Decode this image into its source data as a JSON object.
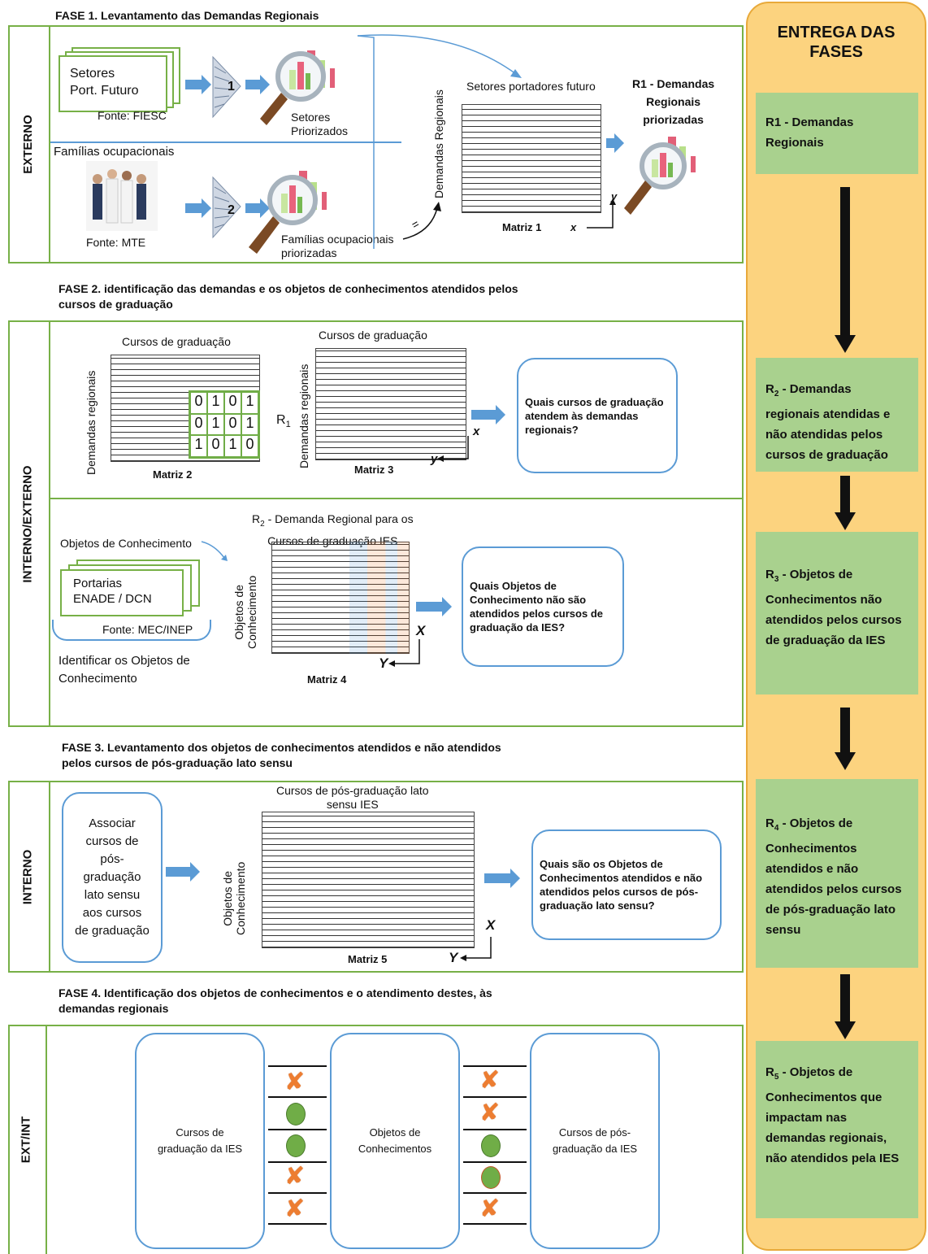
{
  "phase1": {
    "title": "FASE 1. Levantamento das Demandas Regionais",
    "side_label": "EXTERNO",
    "doc_text_1": "Setores",
    "doc_text_2": "Port. Futuro",
    "source_1": "Fonte: FIESC",
    "step_1": "1",
    "step_2": "2",
    "setores_priorizados_1": "Setores",
    "setores_priorizados_2": "Priorizados",
    "familias_label": "Famílias ocupacionais",
    "source_2": "Fonte: MTE",
    "familias_priorizadas_1": "Famílias ocupacionais",
    "familias_priorizadas_2": "priorizadas",
    "matrix_top_label": "Setores portadores futuro",
    "matrix_side_label": "Demandas Regionais",
    "matrix_name": "Matriz 1",
    "axis_x": "x",
    "axis_y": "y",
    "r1_label_1": "R1 - Demandas",
    "r1_label_2": "Regionais",
    "r1_label_3": "priorizadas"
  },
  "phase2": {
    "title_1": "FASE 2. identificação  das demandas e os objetos de conhecimentos atendidos pelos",
    "title_2": "cursos de graduação",
    "side_label": "INTERNO/EXTERNO",
    "m2_top": "Cursos de graduação",
    "m2_side": "Demandas regionais",
    "m2_name": "Matriz 2",
    "binary_rows": [
      [
        "0",
        "1",
        "0",
        "1"
      ],
      [
        "0",
        "1",
        "0",
        "1"
      ],
      [
        "1",
        "0",
        "1",
        "0"
      ]
    ],
    "r1_symbol": "R",
    "r1_sub": "1",
    "m3_top": "Cursos de graduação",
    "m3_side": "Demandas regionais",
    "m3_name": "Matriz 3",
    "axis_x": "x",
    "axis_y": "y",
    "question_1": "Quais cursos de graduação atendem às demandas regionais?",
    "obj_label": "Objetos de Conhecimento",
    "doc_text_1": "Portarias",
    "doc_text_2": "ENADE / DCN",
    "source": "Fonte: MEC/INEP",
    "identify_1": "Identificar os Objetos de",
    "identify_2": "Conhecimento",
    "r2_title_sym": "R",
    "r2_title_sub": "2",
    "r2_title_1": " - Demanda Regional para os",
    "r2_title_2": "Cursos de graduação IES",
    "m4_side_1": "Objetos de",
    "m4_side_2": "Conhecimento",
    "m4_name": "Matriz 4",
    "axis_X": "X",
    "axis_Y": "Y",
    "question_2": "Quais Objetos de Conhecimento não são atendidos pelos cursos de graduação da IES?"
  },
  "phase3": {
    "title_1": "FASE 3. Levantamento dos objetos de conhecimentos atendidos e não atendidos",
    "title_2": "pelos cursos de pós-graduação  lato sensu",
    "side_label": "INTERNO",
    "assoc_text": "Associar cursos de pós-graduação lato sensu aos cursos de graduação",
    "m5_top_1": "Cursos de pós-graduação lato",
    "m5_top_2": "sensu IES",
    "m5_side_1": "Objetos de",
    "m5_side_2": "Conhecimento",
    "m5_name": "Matriz 5",
    "axis_X": "X",
    "axis_Y": "Y",
    "question": "Quais são os Objetos de Conhecimentos atendidos e não atendidos pelos cursos de pós-graduação lato sensu?"
  },
  "phase4": {
    "title_1": "FASE 4. Identificação  dos objetos de conhecimentos e o atendimento destes, às",
    "title_2": "demandas regionais",
    "side_label": "EXT/INT",
    "box_left": "Cursos de graduação da IES",
    "box_mid": "Objetos de Conhecimentos",
    "box_right": "Cursos de pós-graduação da IES",
    "left_marks": [
      "x",
      "o",
      "o",
      "x",
      "x"
    ],
    "right_marks": [
      "x",
      "x",
      "o",
      "o",
      "x"
    ]
  },
  "deliveries": {
    "header_1": "ENTREGA DAS",
    "header_2": "FASES",
    "r1": "R1 - Demandas Regionais",
    "r2_sym": "R",
    "r2_sub": "2",
    "r2": " - Demandas regionais atendidas e não atendidas pelos cursos de graduação",
    "r3_sym": "R",
    "r3_sub": "3",
    "r3": " - Objetos de Conhecimentos não atendidos pelos cursos de graduação da IES",
    "r4_sym": "R",
    "r4_sub": "4",
    "r4": " - Objetos de Conhecimentos atendidos e não atendidos pelos cursos de pós-graduação lato sensu",
    "r5_sym": "R",
    "r5_sub": "5",
    "r5": " - Objetos de Conhecimentos que impactam nas demandas regionais, não atendidos pela IES"
  },
  "colors": {
    "green_border": "#77b047",
    "blue_arrow": "#5b9bd5",
    "delivery_panel": "#fcd37f",
    "delivery_box": "#a9d18e",
    "x_mark": "#ed7d31",
    "o_mark": "#70ad47"
  }
}
